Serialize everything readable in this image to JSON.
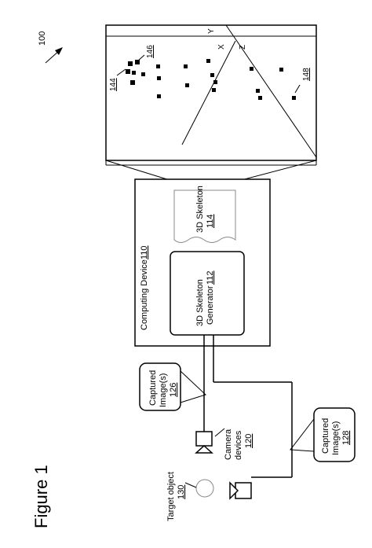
{
  "figure": {
    "title": "Figure 1",
    "ref_number": "100"
  },
  "computing_device": {
    "label": "Computing Device",
    "number": "110"
  },
  "skeleton_generator": {
    "line1": "3D Skeleton",
    "line2": "Generator",
    "number": "112"
  },
  "skeleton_doc": {
    "label": "3D Skeleton",
    "number": "114"
  },
  "captured_top": {
    "line1": "Captured",
    "line2": "Image(s)",
    "number": "126"
  },
  "captured_bottom": {
    "line1": "Captured",
    "line2": "Image(s)",
    "number": "128"
  },
  "camera": {
    "line1": "Camera",
    "line2": "devices",
    "number": "120"
  },
  "target": {
    "label": "Target object",
    "number": "130"
  },
  "plot": {
    "ref_144": "144",
    "ref_146": "146",
    "ref_148": "148",
    "axis_x": "X",
    "axis_y": "Y",
    "axis_z": "Z"
  }
}
